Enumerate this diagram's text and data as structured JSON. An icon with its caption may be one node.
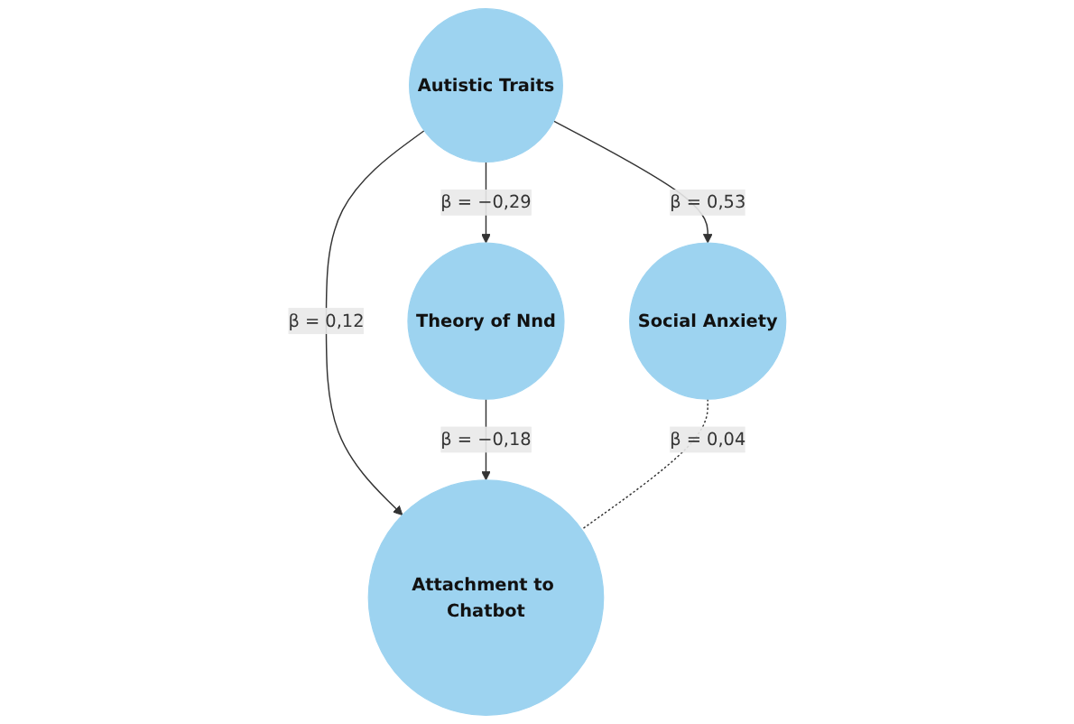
{
  "diagram": {
    "nodes": [
      {
        "text": [
          "Autistic Traits"
        ]
      },
      {
        "text": [
          "Theory of Nnd"
        ]
      },
      {
        "text": [
          "Social Anxiety"
        ]
      },
      {
        "text": [
          "Attachment to Chatbot"
        ]
      }
    ],
    "edges": [
      {
        "from": 0,
        "to": 1,
        "arrow": "to",
        "label": "β = −0,29"
      },
      {
        "from": 0,
        "to": 3,
        "arrow": "to",
        "label": "β = 0,12"
      },
      {
        "from": 0,
        "to": 2,
        "arrow": "to",
        "label": "β = 0,53"
      },
      {
        "from": 1,
        "to": 3,
        "arrow": "to",
        "label": "β = −0,18"
      },
      {
        "from": 2,
        "to": 3,
        "arrow": "none",
        "label": "β = 0,04",
        "style": "dashed"
      }
    ]
  }
}
